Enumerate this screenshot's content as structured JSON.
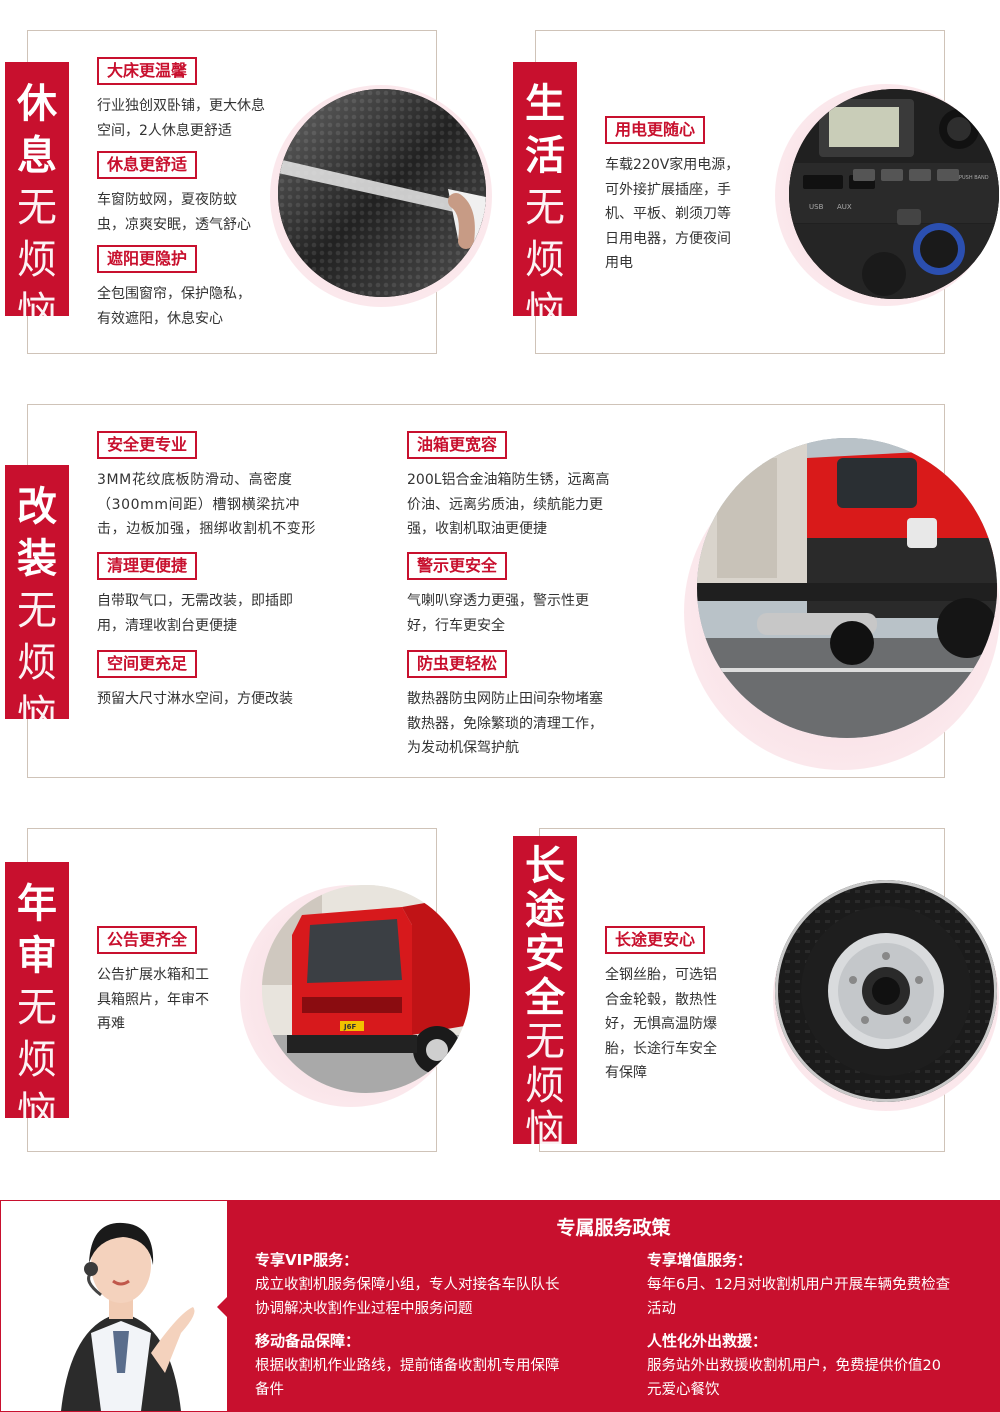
{
  "section1": {
    "label": {
      "bold": [
        "休",
        "息"
      ],
      "thin": [
        "无",
        "烦",
        "恼"
      ]
    },
    "items": [
      {
        "tag": "大床更温馨",
        "lines": [
          "行业独创双卧铺，更大休息",
          "空间，2人休息更舒适"
        ]
      },
      {
        "tag": "休息更舒适",
        "lines": [
          "车窗防蚊网，夏夜防蚊",
          "虫，凉爽安眠，透气舒心"
        ]
      },
      {
        "tag": "遮阳更隐护",
        "lines": [
          "全包围窗帘，保护隐私，",
          "有效遮阳，休息安心"
        ]
      }
    ]
  },
  "section2": {
    "label": {
      "bold": [
        "生",
        "活"
      ],
      "thin": [
        "无",
        "烦",
        "恼"
      ]
    },
    "items": [
      {
        "tag": "用电更随心",
        "lines": [
          "车载220V家用电源，",
          "可外接扩展插座，手",
          "机、平板、剃须刀等",
          "日用电器，方便夜间",
          "用电"
        ]
      }
    ],
    "panel_labels": {
      "usb": "USB",
      "aux": "AUX",
      "push": "PUSH BAND"
    }
  },
  "section3": {
    "label": {
      "bold": [
        "改",
        "装"
      ],
      "thin": [
        "无",
        "烦",
        "恼"
      ]
    },
    "left_items": [
      {
        "tag": "安全更专业",
        "lines": [
          "3MM花纹底板防滑动、高密度",
          "（300mm间距）槽钢横梁抗冲",
          "击，边板加强，捆绑收割机不变形"
        ]
      },
      {
        "tag": "清理更便捷",
        "lines": [
          "自带取气口，无需改装，即插即",
          "用，清理收割台更便捷"
        ]
      },
      {
        "tag": "空间更充足",
        "lines": [
          "预留大尺寸淋水空间，方便改装"
        ]
      }
    ],
    "right_items": [
      {
        "tag": "油箱更宽容",
        "lines": [
          "200L铝合金油箱防生锈，远离高",
          "价油、远离劣质油，续航能力更",
          "强，收割机取油更便捷"
        ]
      },
      {
        "tag": "警示更安全",
        "lines": [
          "气喇叭穿透力更强，警示性更",
          "好，行车更安全"
        ]
      },
      {
        "tag": "防虫更轻松",
        "lines": [
          "散热器防虫网防止田间杂物堵塞",
          "散热器，免除繁琐的清理工作，",
          "为发动机保驾护航"
        ]
      }
    ]
  },
  "section4": {
    "label": {
      "bold": [
        "年",
        "审"
      ],
      "thin": [
        "无",
        "烦",
        "恼"
      ]
    },
    "items": [
      {
        "tag": "公告更齐全",
        "lines": [
          "公告扩展水箱和工",
          "具箱照片，年审不",
          "再难"
        ]
      }
    ],
    "truck_badge": "J6F"
  },
  "section5": {
    "label": {
      "bold": [
        "长",
        "途",
        "安",
        "全"
      ],
      "thin": [
        "无",
        "烦",
        "恼"
      ]
    },
    "items": [
      {
        "tag": "长途更安心",
        "lines": [
          "全钢丝胎，可选铝",
          "合金轮毂，散热性",
          "好，无惧高温防爆",
          "胎，长途行车安全",
          "有保障"
        ]
      }
    ]
  },
  "service": {
    "title": "专属服务政策",
    "blocks": [
      {
        "heading": "专享VIP服务：",
        "lines": [
          "成立收割机服务保障小组，专人对接各车队队长",
          "协调解决收割作业过程中服务问题"
        ]
      },
      {
        "heading": "移动备品保障：",
        "lines": [
          "根据收割机作业路线，提前储备收割机专用保障",
          "备件"
        ]
      },
      {
        "heading": "专享增值服务：",
        "lines": [
          "每年6月、12月对收割机用户开展车辆免费检查",
          "活动"
        ]
      },
      {
        "heading": "人性化外出救援：",
        "lines": [
          "服务站外出救援收割机用户，免费提供价值20",
          "元爱心餐饮"
        ]
      }
    ]
  },
  "colors": {
    "brand_red": "#c8102e",
    "border": "#cfc3b8",
    "halo": "#f9dde3"
  }
}
